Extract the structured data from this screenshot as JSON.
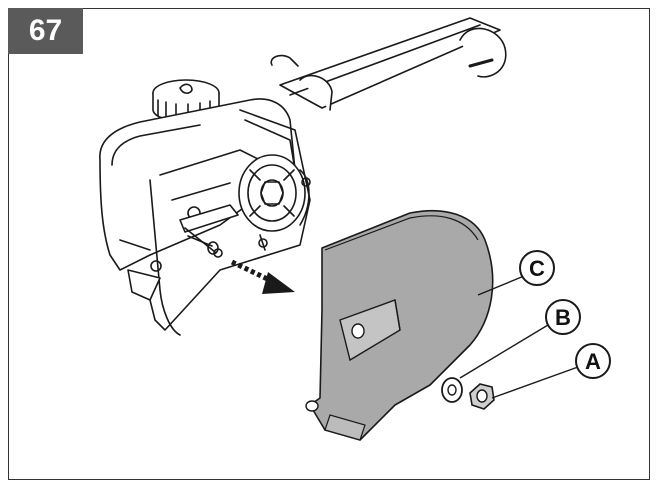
{
  "figure": {
    "step_number": "67"
  },
  "callouts": [
    {
      "id": "C",
      "label": "C"
    },
    {
      "id": "B",
      "label": "B"
    },
    {
      "id": "A",
      "label": "A"
    }
  ],
  "colors": {
    "badge_bg": "#5a5a5a",
    "cover_fill": "#a9a9a9",
    "line": "#1a1a1a"
  }
}
